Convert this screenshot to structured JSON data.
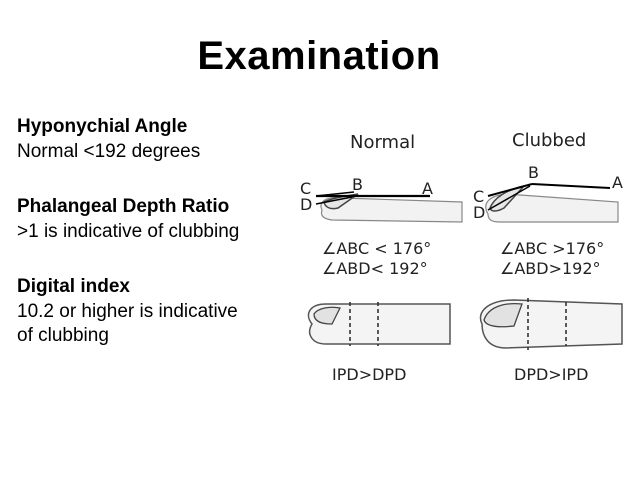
{
  "title": "Examination",
  "sections": [
    {
      "heading": "Hyponychial Angle",
      "lines": [
        "Normal <192 degrees"
      ]
    },
    {
      "heading": "Phalangeal Depth Ratio",
      "lines": [
        ">1 is indicative of clubbing"
      ]
    },
    {
      "heading": "Digital index",
      "lines": [
        "10.2 or higher is indicative",
        "of clubbing"
      ]
    }
  ],
  "figure": {
    "normal": {
      "label": "Normal",
      "point_labels": {
        "c": "C",
        "b": "B",
        "a": "A",
        "d": "D"
      },
      "angle_abc": "∠ABC < 176°",
      "angle_abd": "∠ABD< 192°",
      "depth": "IPD>DPD"
    },
    "clubbed": {
      "label": "Clubbed",
      "point_labels": {
        "c": "C",
        "b": "B",
        "a": "A",
        "d": "D"
      },
      "angle_abc": "∠ABC >176°",
      "angle_abd": "∠ABD>192°",
      "depth": "DPD>IPD"
    }
  }
}
